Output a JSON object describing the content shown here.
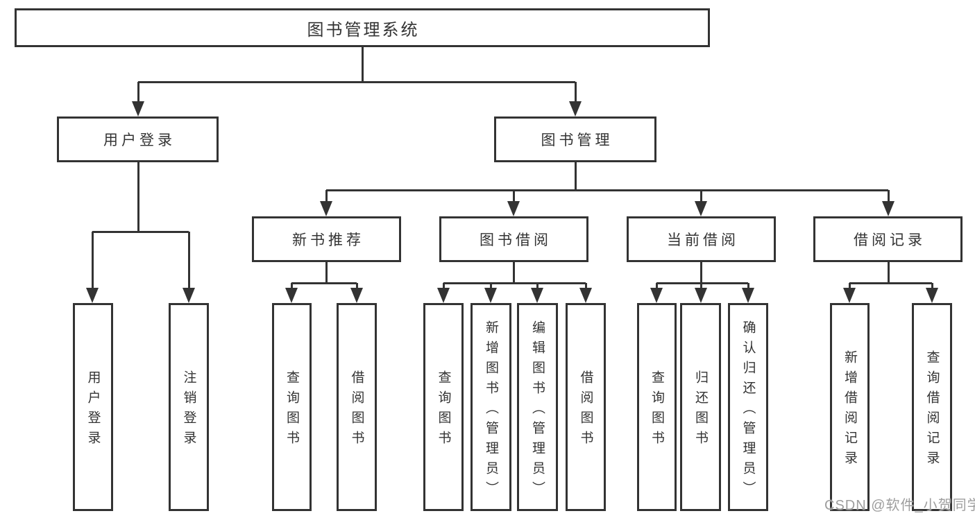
{
  "diagram": {
    "root": {
      "label": "图书管理系统"
    },
    "level2": [
      {
        "label": "用户登录"
      },
      {
        "label": "图书管理"
      }
    ],
    "level3": [
      {
        "label": "新书推荐"
      },
      {
        "label": "图书借阅"
      },
      {
        "label": "当前借阅"
      },
      {
        "label": "借阅记录"
      }
    ],
    "leaves": {
      "user_login": [
        "用户登录",
        "注销登录"
      ],
      "new_book": [
        "查询图书",
        "借阅图书"
      ],
      "book_borrow": [
        "查询图书",
        "新增图书（管理员）",
        "编辑图书（管理员）",
        "借阅图书"
      ],
      "current_borrow": [
        "查询图书",
        "归还图书",
        "确认归还（管理员）"
      ],
      "borrow_record": [
        "新增借阅记录",
        "查询借阅记录"
      ]
    }
  },
  "watermark": {
    "text": "CSDN @软件_小贺同学"
  },
  "colors": {
    "line": "#333333",
    "text": "#333333",
    "watermark": "#9e9e9e",
    "background": "#ffffff"
  }
}
